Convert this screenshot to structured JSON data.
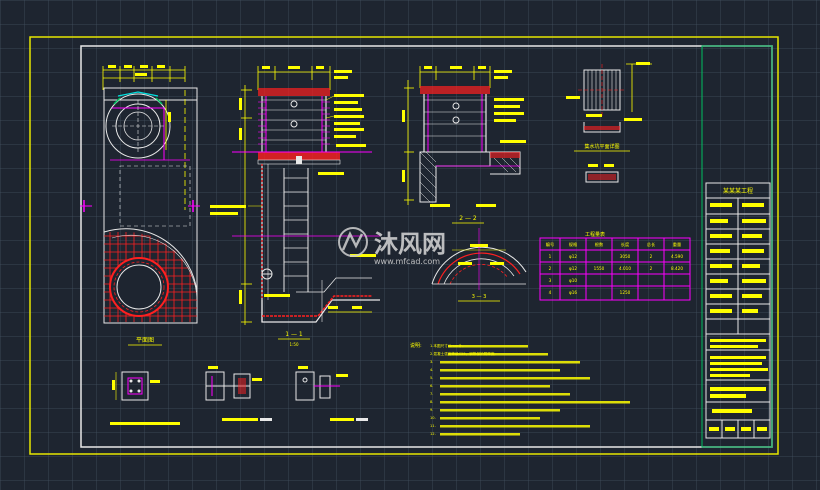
{
  "watermark": {
    "brand": "沐风网",
    "url": "www.mfcad.com"
  },
  "labels": {
    "plan_title": "平面图",
    "section_1_title": "1 — 1",
    "section_1_sub": "1:50",
    "section_2_title": "2 — 2",
    "section_3_title": "3 — 3",
    "sump_plan_title": "集水坑平面详图",
    "notes_heading": "说明:"
  },
  "notes": [
    "1.本图尺寸以mm计。",
    "2.混凝土强度等级C25，钢筋保护层厚度。",
    "3.",
    "4.",
    "5.",
    "6.",
    "7.",
    "8.",
    "9.",
    "10.",
    "11.",
    "12."
  ],
  "table": {
    "title": "工程量表",
    "headers": [
      "编号",
      "规格",
      "根数",
      "长度",
      "总长",
      "重量"
    ],
    "rows": [
      [
        "1",
        "φ12",
        "",
        "3050",
        "2",
        "4.590"
      ],
      [
        "2",
        "φ12",
        "1550",
        "4.010",
        "2",
        "8.420"
      ],
      [
        "3",
        "φ10",
        "",
        "",
        "",
        ""
      ],
      [
        "4",
        "φ16",
        "",
        "1250",
        "",
        ""
      ]
    ]
  },
  "title_block": {
    "project": "某某某工程",
    "drawing_no": "",
    "rows": [
      "",
      "",
      "",
      "",
      "",
      "",
      "",
      "",
      ""
    ],
    "footer": [
      "",
      "",
      "",
      ""
    ]
  },
  "colors": {
    "frame": "#e8e8e8",
    "outer_frame": "#e6e600",
    "dimension": "#ffff00",
    "magenta": "#ff00ff",
    "red": "#ff2020",
    "green": "#00c060",
    "cyan": "#00e0e0",
    "white": "#ffffff"
  }
}
